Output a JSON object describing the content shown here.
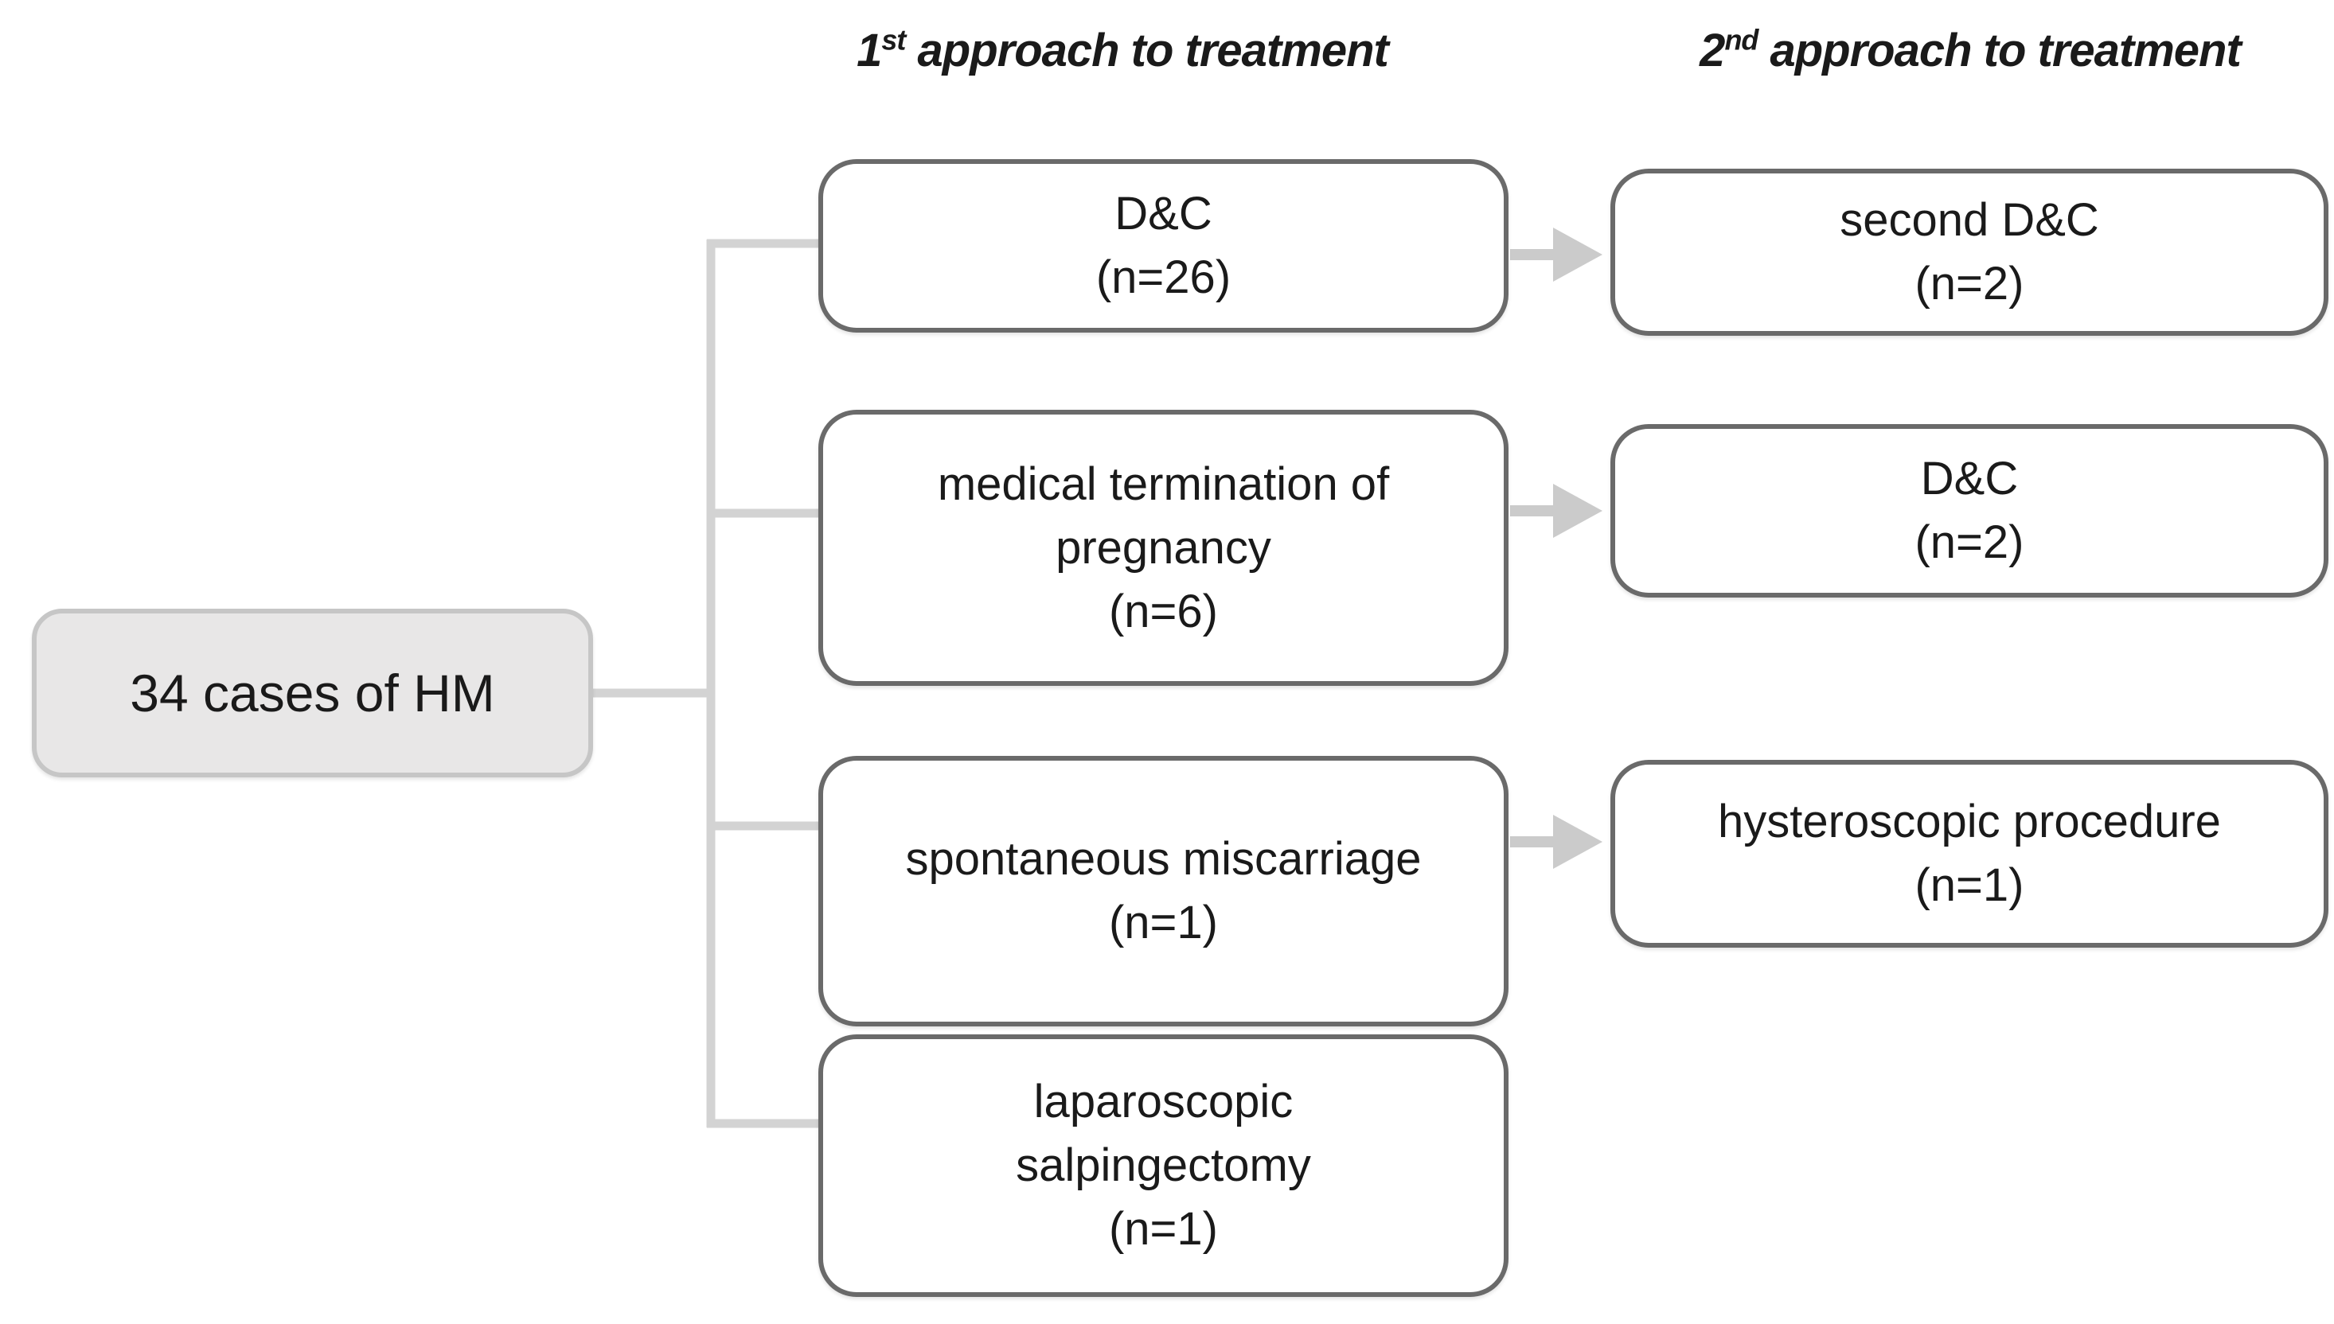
{
  "headers": {
    "first": {
      "num": "1",
      "sup": "st",
      "rest": " approach to treatment"
    },
    "second": {
      "num": "2",
      "sup": "nd",
      "rest": " approach to treatment"
    }
  },
  "root": {
    "lines": [
      "34 cases of HM"
    ]
  },
  "first_approach": [
    {
      "lines": [
        "D&C",
        "(n=26)"
      ]
    },
    {
      "lines": [
        "medical termination of",
        "pregnancy",
        "(n=6)"
      ]
    },
    {
      "lines": [
        "spontaneous miscarriage",
        "(n=1)"
      ]
    },
    {
      "lines": [
        "laparoscopic",
        "salpingectomy",
        "(n=1)"
      ]
    }
  ],
  "second_approach": [
    {
      "lines": [
        "second D&C",
        "(n=2)"
      ]
    },
    {
      "lines": [
        "D&C",
        "(n=2)"
      ]
    },
    {
      "lines": [
        "hysteroscopic procedure",
        "(n=1)"
      ]
    }
  ],
  "edges": [
    {
      "from": "34 cases of HM",
      "to": "D&C (n=26)"
    },
    {
      "from": "34 cases of HM",
      "to": "medical termination of pregnancy (n=6)"
    },
    {
      "from": "34 cases of HM",
      "to": "spontaneous miscarriage (n=1)"
    },
    {
      "from": "34 cases of HM",
      "to": "laparoscopic salpingectomy (n=1)"
    },
    {
      "from": "D&C (n=26)",
      "to": "second D&C (n=2)"
    },
    {
      "from": "medical termination of pregnancy (n=6)",
      "to": "D&C (n=2)"
    },
    {
      "from": "spontaneous miscarriage (n=1)",
      "to": "hysteroscopic procedure (n=1)"
    }
  ],
  "colors": {
    "node_border": "#6a6a6a",
    "node_fill": "#ffffff",
    "root_fill": "#e8e7e7",
    "root_border": "#c6c6c6",
    "connector": "#d3d3d3",
    "arrow": "#cbcbcb",
    "text": "#1a1a1a",
    "background": "#ffffff"
  }
}
